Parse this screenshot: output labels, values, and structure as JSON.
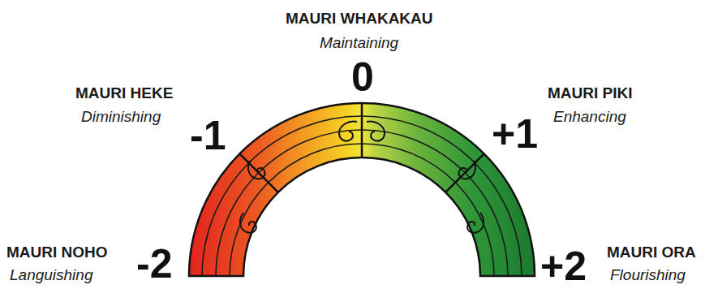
{
  "diagram": {
    "labels": [
      "MAURI WHAKAKAU",
      "Maintaining",
      "0",
      "MAURI HEKE",
      "Diminishing",
      "-1",
      "MAURI PIKI",
      "Enhancing",
      "+1",
      "MAURI NOHO",
      "Languishing",
      "-2",
      "+2",
      "MAURI ORA",
      "Flourishing"
    ]
  }
}
